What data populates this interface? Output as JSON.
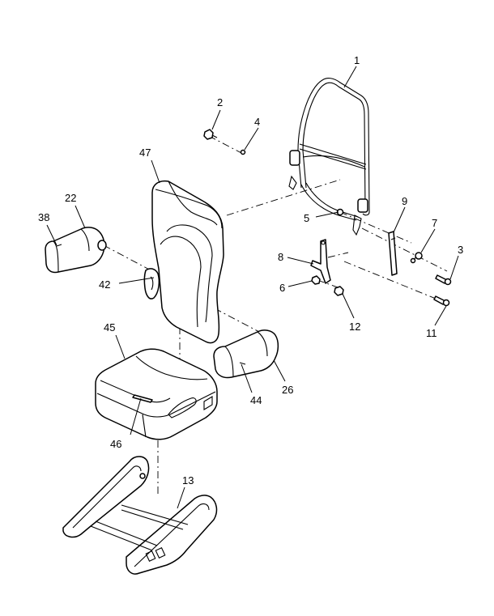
{
  "diagram": {
    "callouts": [
      {
        "id": "1",
        "label": "1"
      },
      {
        "id": "2",
        "label": "2"
      },
      {
        "id": "3",
        "label": "3"
      },
      {
        "id": "4",
        "label": "4"
      },
      {
        "id": "5",
        "label": "5"
      },
      {
        "id": "6",
        "label": "6"
      },
      {
        "id": "7",
        "label": "7"
      },
      {
        "id": "8",
        "label": "8"
      },
      {
        "id": "9",
        "label": "9"
      },
      {
        "id": "11",
        "label": "11"
      },
      {
        "id": "12",
        "label": "12"
      },
      {
        "id": "13",
        "label": "13"
      },
      {
        "id": "22",
        "label": "22"
      },
      {
        "id": "26",
        "label": "26"
      },
      {
        "id": "38",
        "label": "38"
      },
      {
        "id": "42",
        "label": "42"
      },
      {
        "id": "44",
        "label": "44"
      },
      {
        "id": "45",
        "label": "45"
      },
      {
        "id": "46",
        "label": "46"
      },
      {
        "id": "47",
        "label": "47"
      }
    ]
  }
}
